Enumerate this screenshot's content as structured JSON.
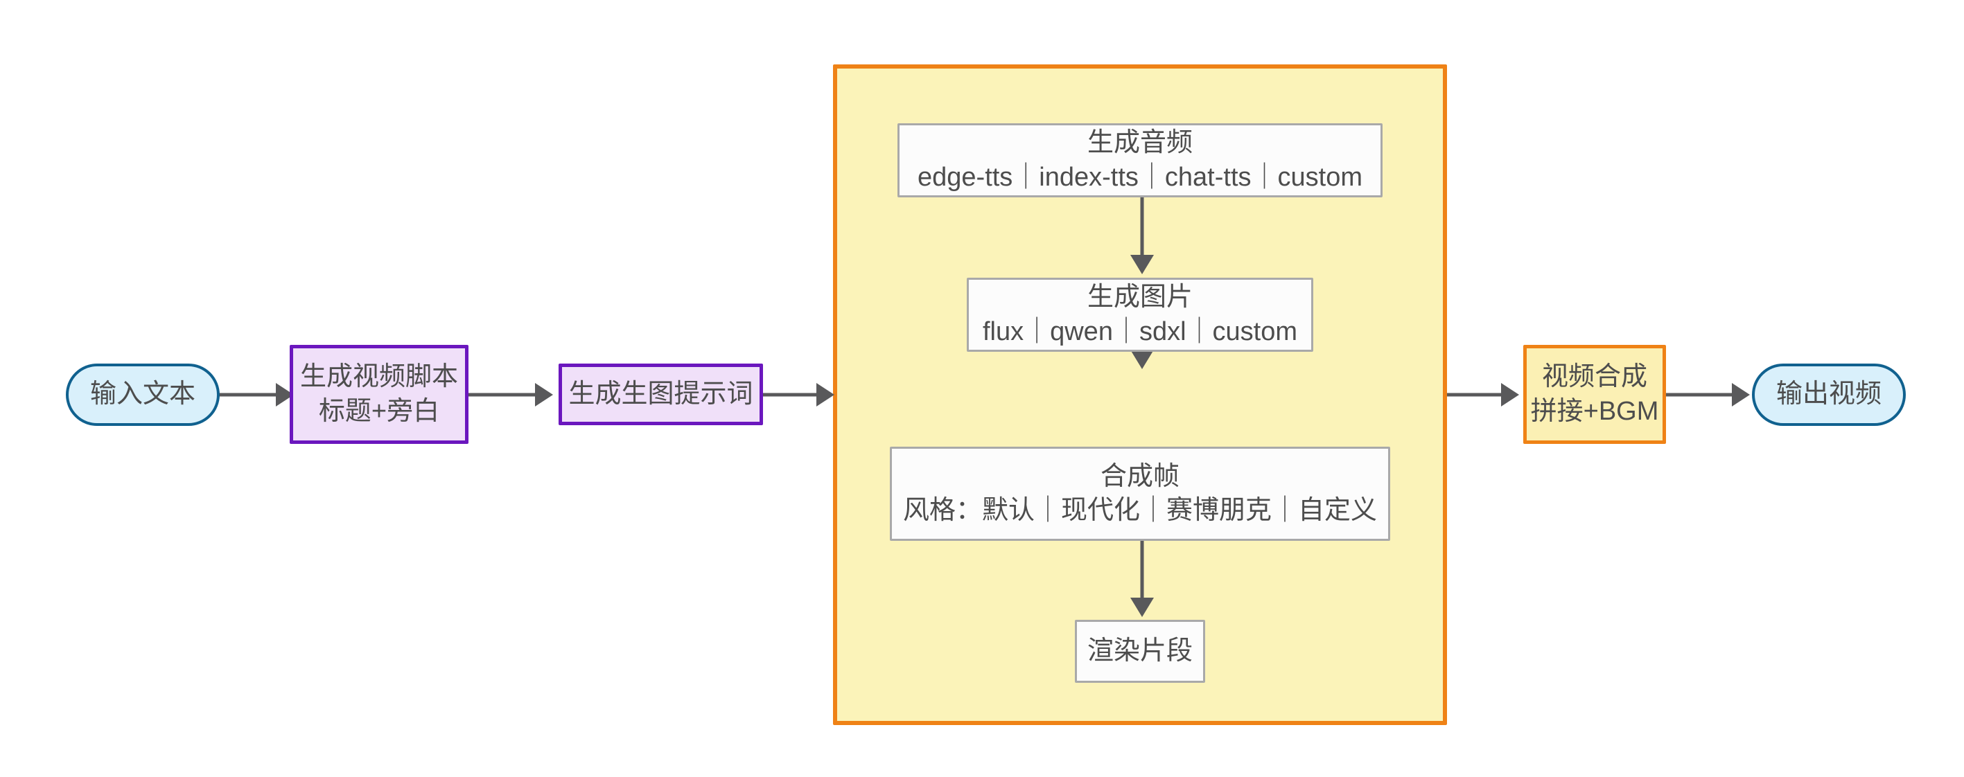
{
  "diagram": {
    "type": "flowchart",
    "direction": "left-to-right",
    "title": "",
    "background_color": "#ffffff",
    "edge_color": "#59595b",
    "text_color": "#4d4d4d"
  },
  "nodes": {
    "input_text": {
      "label": "输入文本",
      "shape": "stadium",
      "fill": "#d9f0fb",
      "stroke": "#10618f"
    },
    "generate_script": {
      "line1": "生成视频脚本",
      "line2": "标题+旁白",
      "shape": "rect",
      "fill": "#f0e0f9",
      "stroke": "#6b17be"
    },
    "generate_prompt": {
      "label": "生成生图提示词",
      "shape": "rect",
      "fill": "#f0e0f9",
      "stroke": "#6b17be"
    },
    "generate_audio": {
      "line1": "生成音频",
      "line2": "edge-tts｜index-tts｜chat-tts｜custom",
      "shape": "rect",
      "fill": "#fcfcfc",
      "stroke": "#a9a9a9"
    },
    "generate_image": {
      "line1": "生成图片",
      "line2": "flux｜qwen｜sdxl｜custom",
      "shape": "rect",
      "fill": "#fcfcfc",
      "stroke": "#a9a9a9"
    },
    "compose_frame": {
      "line1": "合成帧",
      "line2": "风格：默认｜现代化｜赛博朋克｜自定义",
      "shape": "rect",
      "fill": "#fcfcfc",
      "stroke": "#a9a9a9"
    },
    "render_clip": {
      "label": "渲染片段",
      "shape": "rect",
      "fill": "#fcfcfc",
      "stroke": "#a9a9a9"
    },
    "video_merge": {
      "line1": "视频合成",
      "line2": "拼接+BGM",
      "shape": "rect",
      "fill": "#fbf0b4",
      "stroke": "#ef8216"
    },
    "output_video": {
      "label": "输出视频",
      "shape": "stadium",
      "fill": "#d9f0fb",
      "stroke": "#10618f"
    }
  },
  "subgraph": {
    "label": "",
    "fill": "#fbf3b9",
    "stroke": "#ef8216"
  },
  "edges": [
    {
      "from": "输入文本",
      "to": "生成视频脚本",
      "label": ""
    },
    {
      "from": "生成视频脚本",
      "to": "生成生图提示词",
      "label": ""
    },
    {
      "from": "生成生图提示词",
      "to": "生成音频",
      "label": ""
    },
    {
      "from": "生成音频",
      "to": "生成图片",
      "label": ""
    },
    {
      "from": "生成图片",
      "to": "合成帧",
      "label": ""
    },
    {
      "from": "合成帧",
      "to": "渲染片段",
      "label": ""
    },
    {
      "from": "渲染片段",
      "to": "视频合成",
      "label": ""
    },
    {
      "from": "视频合成",
      "to": "输出视频",
      "label": ""
    }
  ]
}
